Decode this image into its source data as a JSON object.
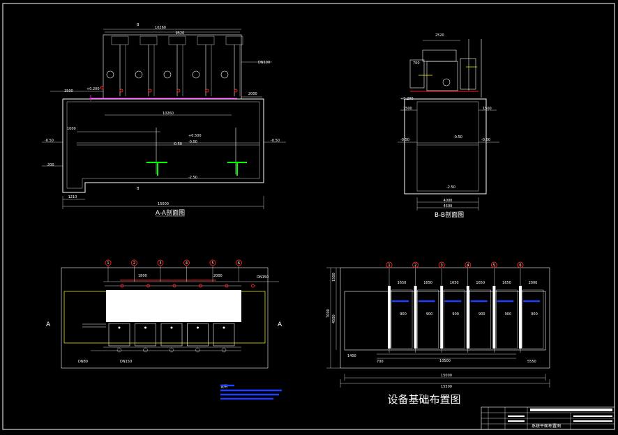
{
  "colors": {
    "background": "#000000",
    "line": "#ffffff",
    "frame_red": "#ff2020",
    "axis": "#ff2020",
    "pipe_green": "#00ff00",
    "pipe_magenta": "#ff00ff",
    "outline_yellow": "#ffff00",
    "accent_blue": "#2040ff"
  },
  "section_aa": {
    "title": "A-A剖面图",
    "dims": {
      "top_overall": "10260",
      "top_inner": "9520",
      "inner_span": "10260",
      "overall": "15000",
      "left_step": "1210",
      "left_side": "1000",
      "right_side": "2000",
      "depth": "200",
      "dim_1500": "1500"
    },
    "levels": {
      "left_water": "-0.50",
      "right_water": "-0.50",
      "top_left": "+0.200",
      "mid": "-0.50",
      "bottom": "-2.50",
      "pipe_a": "+0.500",
      "pipe_b": "-0.50"
    },
    "markers": {
      "b_top": "B",
      "b_bottom": "B"
    },
    "notes": {
      "pipe_note": "DN100"
    }
  },
  "section_bb": {
    "title": "B-B剖面图",
    "dims": {
      "top": "2520",
      "left": "1500",
      "right": "1500",
      "bottom_inner": "4000",
      "bottom_outer": "4500",
      "side": "700"
    },
    "levels": {
      "top_left": "+0.200",
      "left_water": "-0.50",
      "right_water": "-0.50",
      "mid": "-0.50",
      "bottom": "-2.50"
    }
  },
  "plan_left": {
    "axes": [
      "1",
      "2",
      "3",
      "4",
      "5",
      "6"
    ],
    "markers": {
      "a_left": "A",
      "a_right": "A"
    },
    "notes": {
      "top_pipe": "DN150",
      "dim_a": "1800",
      "dim_b": "2000",
      "bottom_a": "DN80",
      "bottom_b": "DN150"
    }
  },
  "plan_right": {
    "axes": [
      "1",
      "2",
      "3",
      "4",
      "5",
      "6"
    ],
    "top_dims": [
      "1650",
      "1650",
      "1650",
      "1650",
      "1650",
      "2000"
    ],
    "bay_dims": [
      "900",
      "900",
      "900",
      "900",
      "900",
      "900"
    ],
    "side_dims": {
      "top": "1500",
      "mid": "4500",
      "total": "7000"
    },
    "bottom_dims": {
      "inner": "10500",
      "overall": "15000",
      "total": "15500",
      "right": "5550",
      "small_a": "1400",
      "small_b": "700"
    },
    "title": "设备基础布置图"
  },
  "legend_notes": {
    "label": "说明"
  },
  "title_block": {
    "project": "",
    "drawing": "系统平面布置图",
    "rows": [
      "",
      "",
      "",
      ""
    ]
  }
}
